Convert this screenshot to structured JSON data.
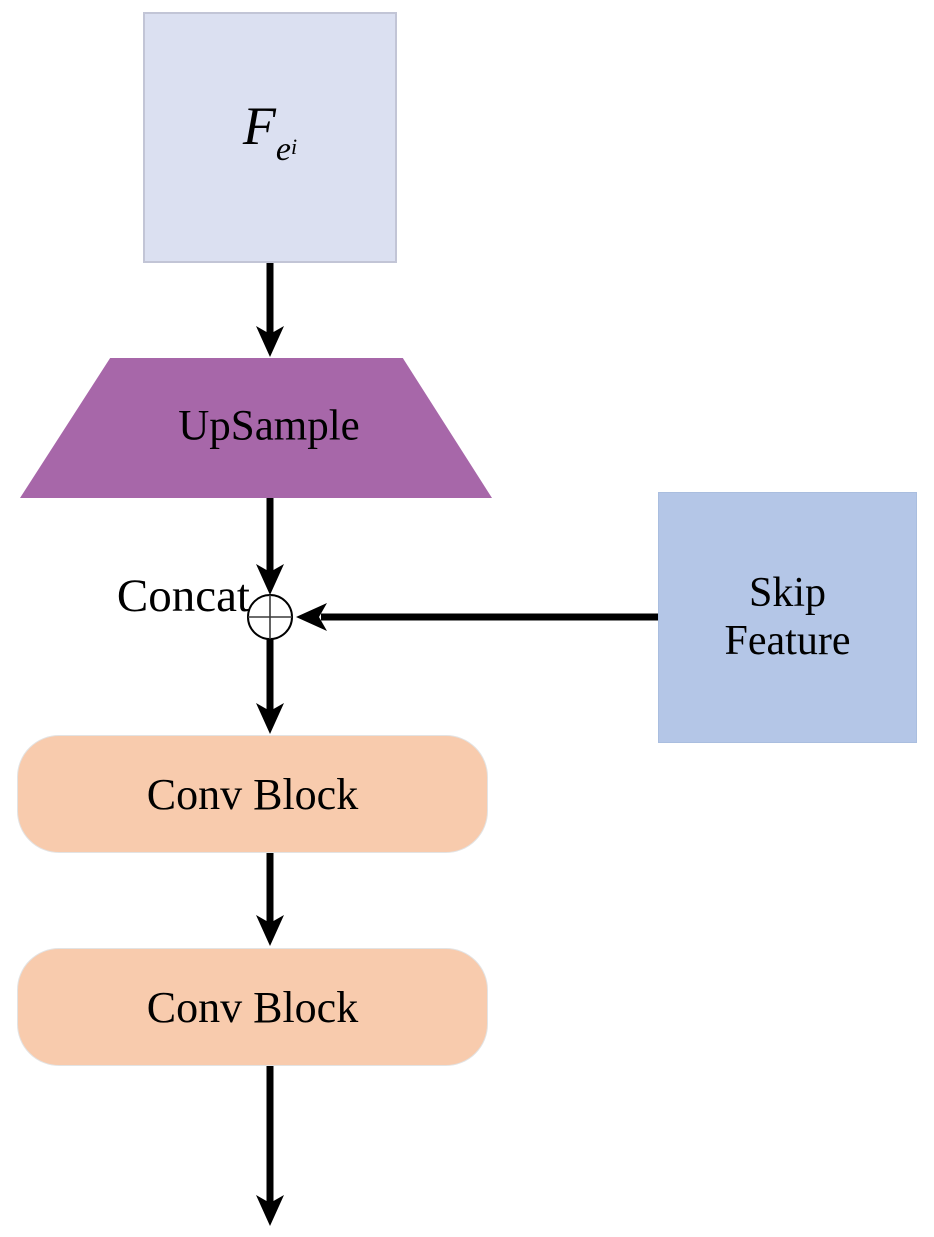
{
  "diagram": {
    "description": "Decoder block diagram: input feature is upsampled, concatenated with a skip feature, then passed through two conv blocks",
    "background_color": "#ffffff",
    "connector_color": "#000000",
    "nodes": {
      "input_feature": {
        "label": "F_ei",
        "label_base": "F",
        "label_sub": "e",
        "label_subsub": "i",
        "fill": "#dbe0f1",
        "shape": "rectangle"
      },
      "upsample": {
        "label": "UpSample",
        "fill": "#a767a9",
        "shape": "trapezoid"
      },
      "concat": {
        "label": "Concat",
        "operator_icon": "circled-plus",
        "operator_glyph": "⊕",
        "fill": "#ffffff"
      },
      "skip_feature": {
        "line1": "Skip",
        "line2": "Feature",
        "fill": "#b4c6e7",
        "shape": "rectangle"
      },
      "conv_block_1": {
        "label": "Conv Block",
        "fill": "#f8cbad",
        "shape": "rounded-rectangle"
      },
      "conv_block_2": {
        "label": "Conv Block",
        "fill": "#f8cbad",
        "shape": "rounded-rectangle"
      }
    },
    "edges": [
      "input_feature -> upsample",
      "upsample -> concat",
      "skip_feature -> concat",
      "concat -> conv_block_1",
      "conv_block_1 -> conv_block_2",
      "conv_block_2 -> output"
    ]
  }
}
